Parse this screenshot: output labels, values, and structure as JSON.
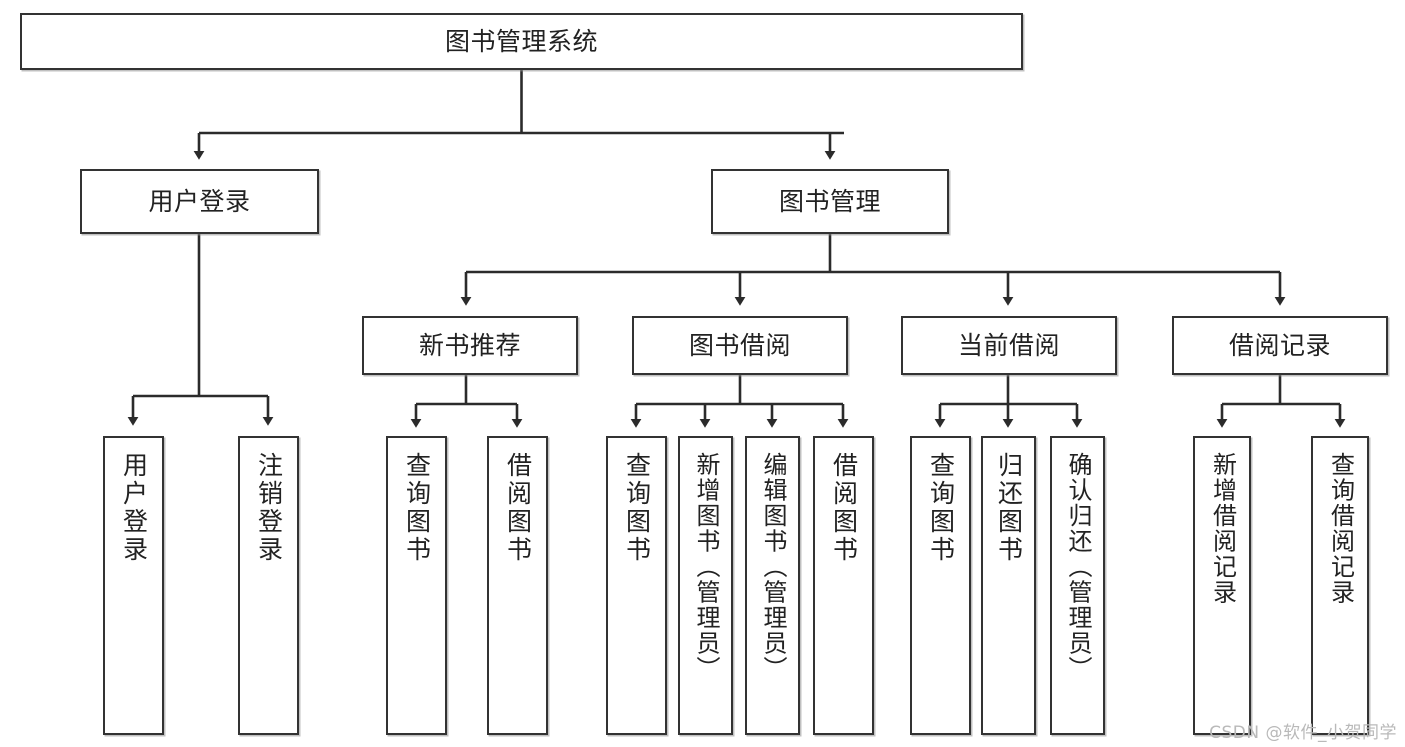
{
  "diagram": {
    "title": "图书管理系统",
    "type": "tree-hierarchy-diagram",
    "colors": {
      "box_border": "#333333",
      "box_fill": "#ffffff",
      "connector": "#2b2b2b",
      "text": "#222222",
      "watermark": "#b9b9b9",
      "background": "#ffffff"
    },
    "root": {
      "label": "图书管理系统"
    },
    "level2": [
      {
        "label": "用户登录"
      },
      {
        "label": "图书管理"
      }
    ],
    "level3": [
      {
        "label": "新书推荐"
      },
      {
        "label": "图书借阅"
      },
      {
        "label": "当前借阅"
      },
      {
        "label": "借阅记录"
      }
    ],
    "leaves": [
      {
        "label": "用户登录",
        "parent": "用户登录"
      },
      {
        "label": "注销登录",
        "parent": "用户登录"
      },
      {
        "label": "查询图书",
        "parent": "新书推荐"
      },
      {
        "label": "借阅图书",
        "parent": "新书推荐"
      },
      {
        "label": "查询图书",
        "parent": "图书借阅"
      },
      {
        "label": "新增图书（管理员）",
        "parent": "图书借阅"
      },
      {
        "label": "编辑图书（管理员）",
        "parent": "图书借阅"
      },
      {
        "label": "借阅图书",
        "parent": "图书借阅"
      },
      {
        "label": "查询图书",
        "parent": "当前借阅"
      },
      {
        "label": "归还图书",
        "parent": "当前借阅"
      },
      {
        "label": "确认归还（管理员）",
        "parent": "当前借阅"
      },
      {
        "label": "新增借阅记录",
        "parent": "借阅记录"
      },
      {
        "label": "查询借阅记录",
        "parent": "借阅记录"
      }
    ]
  },
  "watermark": {
    "text": "CSDN @软件_小贺同学"
  }
}
